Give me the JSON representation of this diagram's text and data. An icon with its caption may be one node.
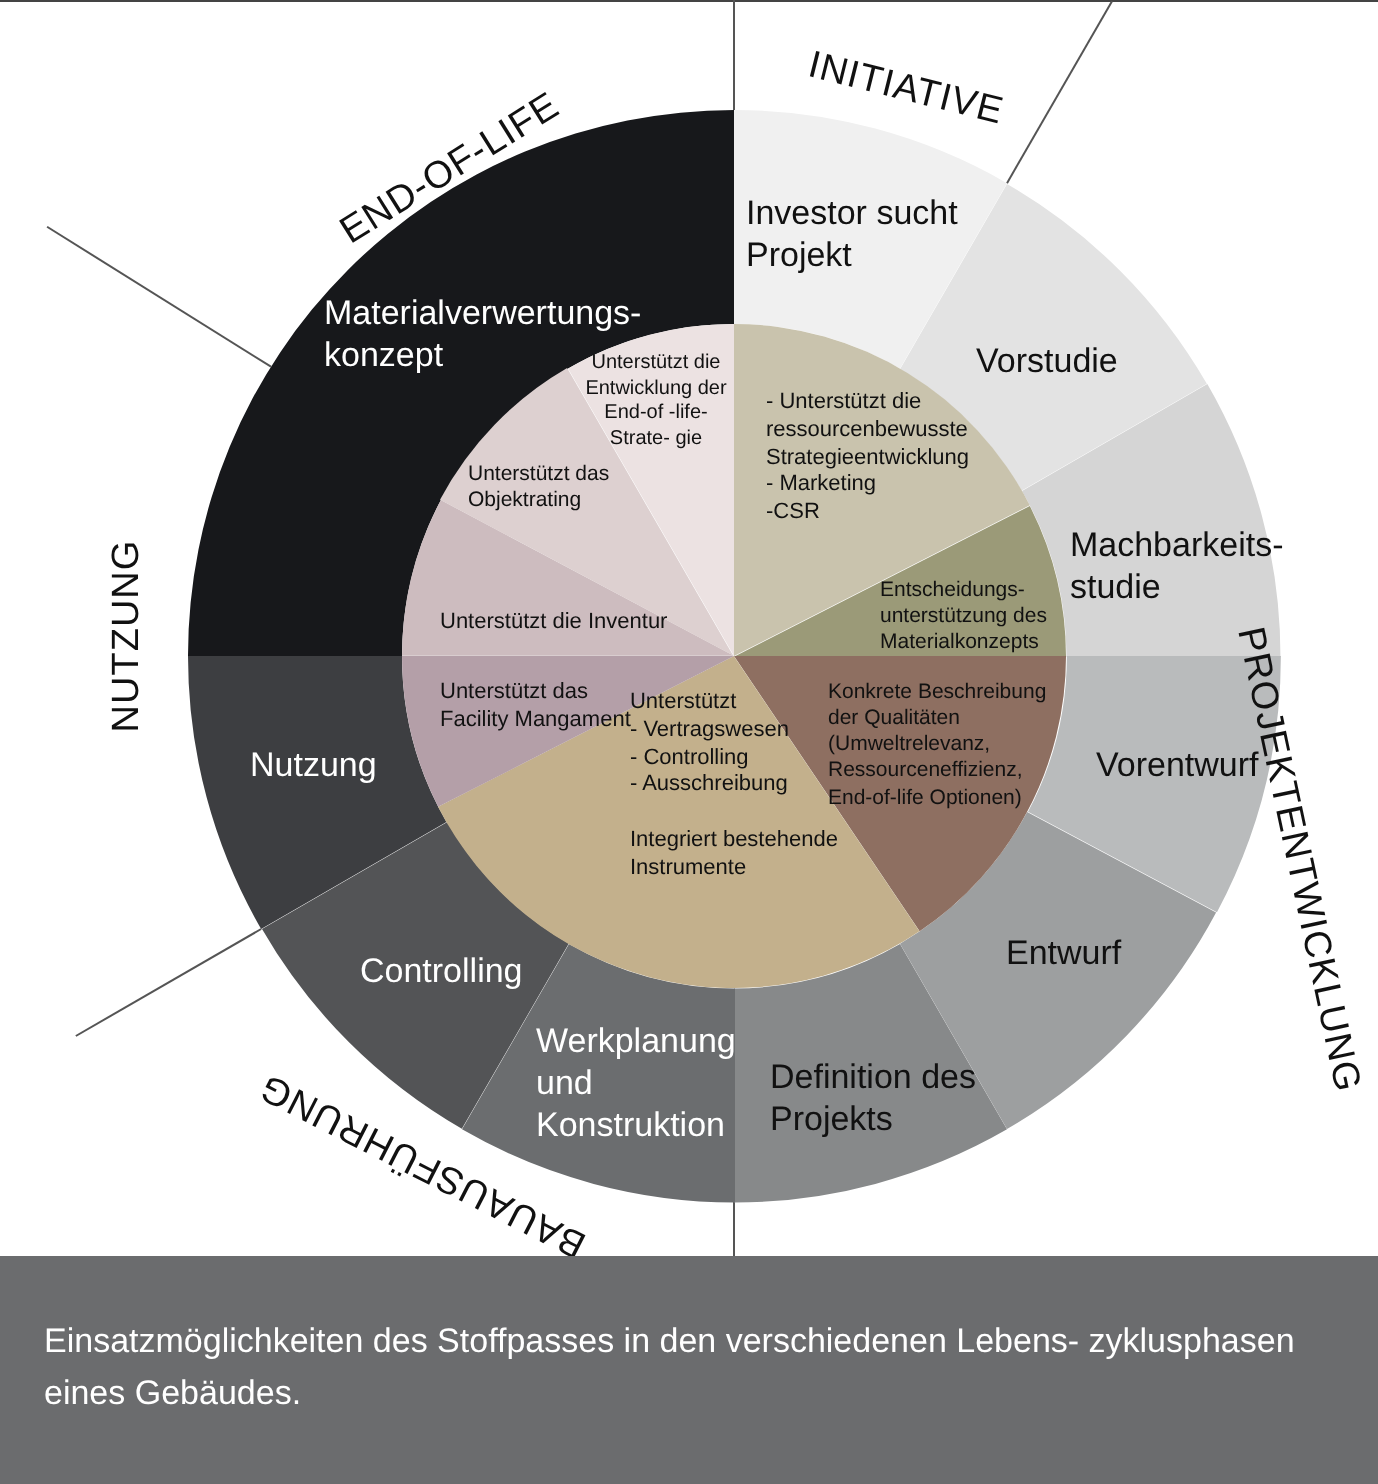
{
  "diagram": {
    "caption": "Einsatzmöglichkeiten des Stoffpasses in den verschiedenen Lebens- zyklusphasen eines Gebäudes.",
    "nodes": [
      {
        "text": [
          "Materialverwertungs- konzept"
        ]
      },
      {
        "text": [
          "Investor sucht Projekt"
        ]
      },
      {
        "text": [
          "Vorstudie"
        ]
      },
      {
        "text": [
          "Machbarkeits- studie"
        ]
      },
      {
        "text": [
          "Vorentwurf"
        ]
      },
      {
        "text": [
          "Entwurf"
        ]
      },
      {
        "text": [
          "Definition des Projekts"
        ]
      },
      {
        "text": [
          "Werkplanung und Konstruktion"
        ]
      },
      {
        "text": [
          "Controlling"
        ]
      },
      {
        "text": [
          "Nutzung"
        ]
      },
      {
        "text": [
          "- Unterstützt die ressourcenbewusste Strategieentwicklung",
          "- Marketing",
          "-CSR"
        ]
      },
      {
        "text": [
          "Entscheidungs- unterstützung des Materialkonzepts"
        ]
      },
      {
        "text": [
          "Konkrete Beschreibung der Qualitäten (Umweltrelevanz, Ressourceneffizienz, End-of-life Optionen)"
        ]
      },
      {
        "text": [
          "Unterstützt",
          "- Vertragswesen",
          "- Controlling",
          "- Ausschreibung",
          "Integriert bestehende Instrumente"
        ]
      },
      {
        "text": [
          "Unterstützt das Facility Mangament"
        ]
      },
      {
        "text": [
          "Unterstützt die Inventur"
        ]
      },
      {
        "text": [
          "Unterstützt das Objektrating"
        ]
      },
      {
        "text": [
          "Unterstützt die Entwicklung der End-of -life-Strate- gie"
        ]
      }
    ],
    "labels": [
      "END-OF-LIFE",
      "INITIATIVE",
      "NUTZUNG",
      "PROJEKTENTWICKLUNG",
      "BAUAUSFÜHRUNG"
    ]
  }
}
